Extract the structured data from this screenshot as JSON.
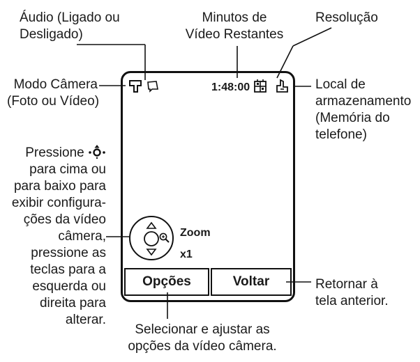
{
  "labels": {
    "audio": [
      "Áudio (Ligado ou",
      "Desligado)"
    ],
    "video_minutes": [
      "Minutos de",
      "Vídeo Restantes"
    ],
    "resolution": "Resolução",
    "camera_mode": [
      "Modo Câmera",
      "(Foto ou Vídeo)"
    ],
    "storage": [
      "Local de",
      "armazenamento",
      "(Memória do",
      "telefone)"
    ],
    "press_prefix": "Pressione",
    "press_text": [
      "para cima ou",
      "para baixo para",
      "exibir configura-",
      "ções da vídeo",
      "câmera,",
      "pressione as",
      "teclas para a",
      "esquerda ou",
      "direita para",
      "alterar."
    ],
    "return": [
      "Retornar à",
      "tela anterior."
    ],
    "select": [
      "Selecionar e ajustar as",
      "opções da vídeo câmera."
    ]
  },
  "screen": {
    "time_remaining": "1:48:00",
    "zoom_label": "Zoom",
    "zoom_value": "x1",
    "left_softkey": "Opções",
    "right_softkey": "Voltar"
  },
  "icons": [
    "camera-mode-icon",
    "audio-icon",
    "resolution-icon",
    "storage-icon",
    "nav-key-icon",
    "zoom-magnifier-icon"
  ]
}
